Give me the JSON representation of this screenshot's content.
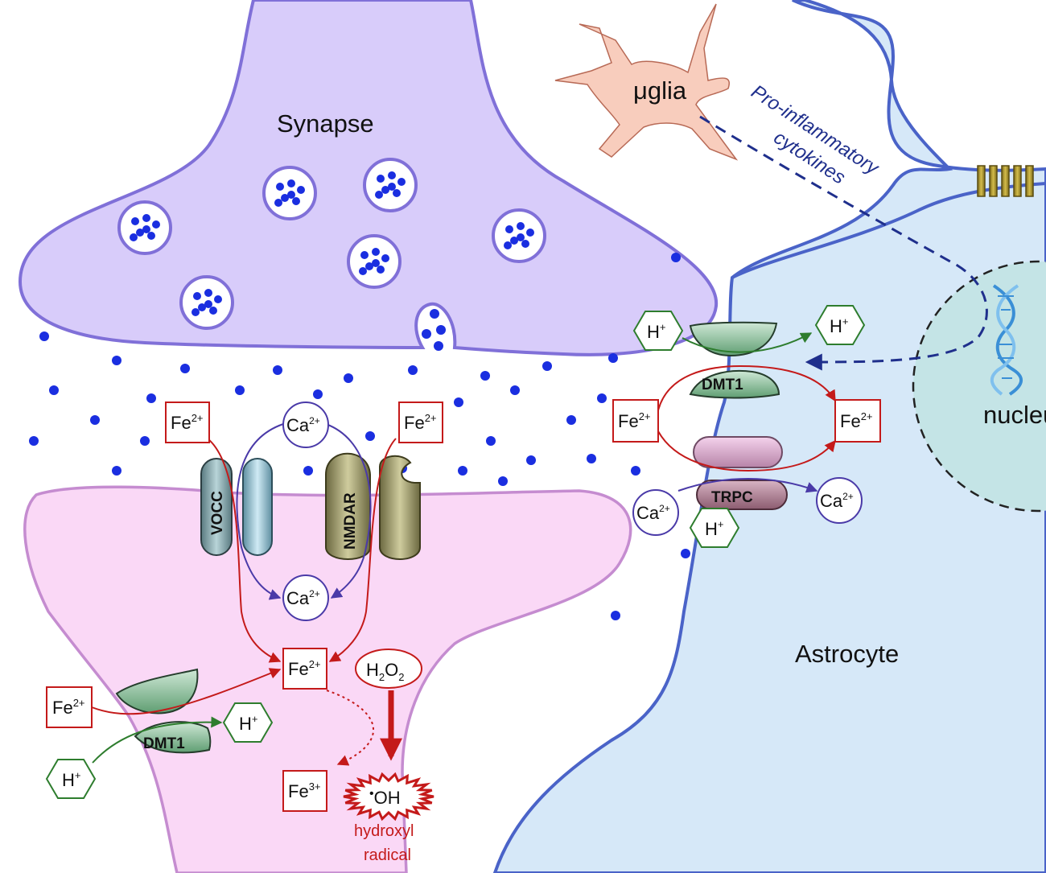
{
  "labels": {
    "synapse": "Synapse",
    "astrocyte": "Astrocyte",
    "microglia": "μglia",
    "nucleus": "nucleus",
    "cytokines_line1": "Pro-inflammatory",
    "cytokines_line2": "cytokines",
    "vocc": "VOCC",
    "nmdar": "NMDAR",
    "dmt1": "DMT1",
    "trpc": "TRPC",
    "fe2_base": "Fe",
    "fe2_sup": "2+",
    "fe3_base": "Fe",
    "fe3_sup": "3+",
    "ca2_base": "Ca",
    "ca2_sup": "2+",
    "h_base": "H",
    "h_sup": "+",
    "h2o2_h": "H",
    "h2o2_2a": "2",
    "h2o2_o": "O",
    "h2o2_2b": "2",
    "oh_dot": "•",
    "oh_text": "OH",
    "hydroxyl_line1": "hydroxyl",
    "hydroxyl_line2": "radical"
  },
  "colors": {
    "synapse_fill": "#d8ccfa",
    "synapse_stroke": "#8070d8",
    "postsynaptic_fill": "#fad8f6",
    "postsynaptic_stroke": "#c58cd0",
    "astrocyte_fill": "#d6e8f8",
    "astrocyte_stroke": "#4a63c8",
    "microglia_fill": "#f8cdbd",
    "nucleus_fill": "#c4e4e6",
    "vesicle_dot": "#1a2ee0",
    "iron_red": "#c41a1a",
    "calcium_purple": "#4a3aa8",
    "proton_green": "#2e7d2e",
    "cytokine_navy": "#1f2f8c"
  },
  "icons": [
    "dna-icon",
    "channel-gate-icon",
    "hydroxyl-burst-icon"
  ]
}
